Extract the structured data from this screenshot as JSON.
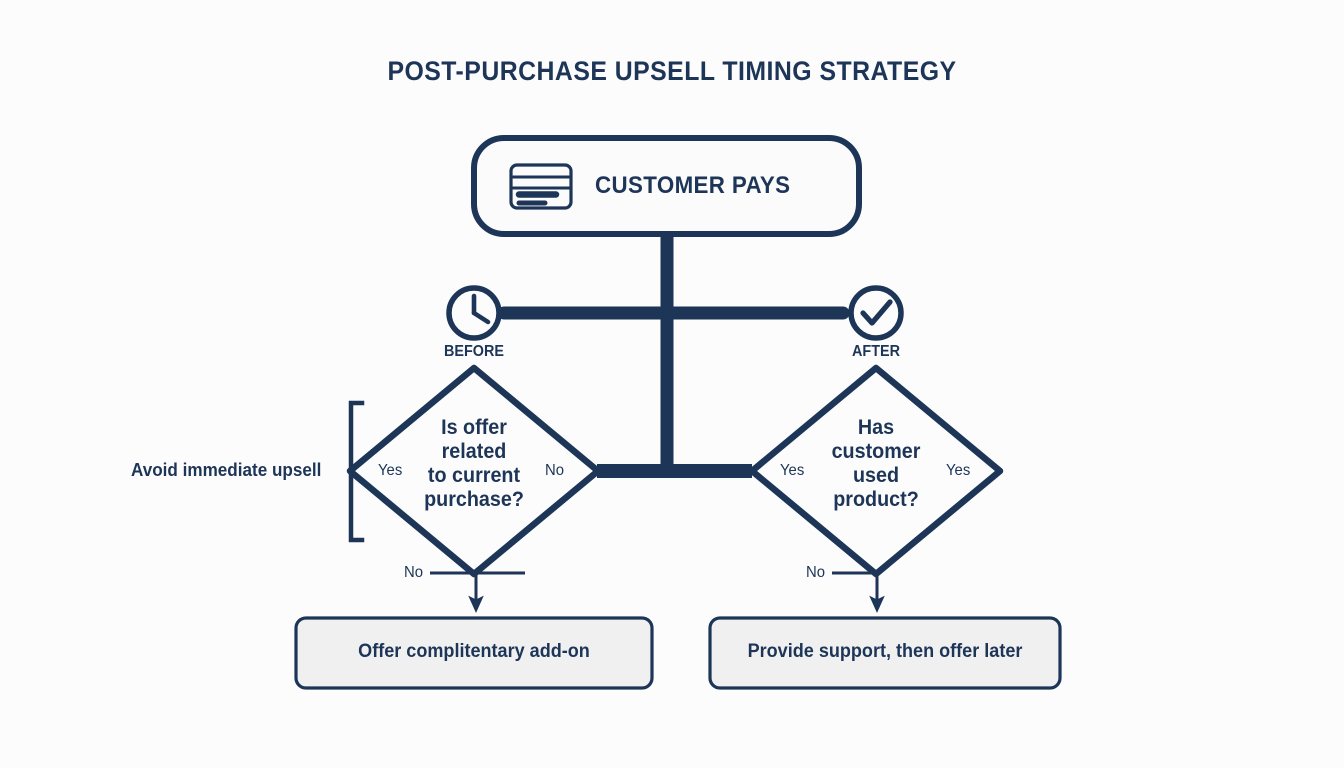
{
  "title": "POST-PURCHASE UPSELL TIMING STRATEGY",
  "colors": {
    "ink": "#1d3557",
    "background": "#fcfcfd",
    "box_fill": "#f0f0f1",
    "start_fill": "#fbfbfc"
  },
  "start_node": {
    "label": "CUSTOMER PAYS",
    "icon": "credit-card-icon"
  },
  "phases": [
    {
      "key": "before",
      "label": "BEFORE",
      "icon": "clock-icon"
    },
    {
      "key": "after",
      "label": "AFTER",
      "icon": "check-circle-icon"
    }
  ],
  "decisions": [
    {
      "key": "left",
      "question": "Is offer\nrelated\nto current\npurchase?",
      "question_lines": [
        "Is offer",
        "related",
        "to current",
        "purchase?"
      ],
      "left_branch": "Yes",
      "right_branch": "No",
      "bottom_branch": "No"
    },
    {
      "key": "right",
      "question": "Has\ncustomer\nused\nproduct?",
      "question_lines": [
        "Has",
        "customer",
        "used",
        "product?"
      ],
      "left_branch": "Yes",
      "right_branch": "Yes",
      "bottom_branch": "No"
    }
  ],
  "annotation": {
    "text": "Avoid immediate upsell",
    "bracket": "left-brace-bracket"
  },
  "outcomes": [
    {
      "key": "left",
      "label": "Offer complitentary add-on"
    },
    {
      "key": "right",
      "label": "Provide support, then offer later"
    }
  ],
  "chart_data": {
    "type": "flowchart",
    "title": "POST-PURCHASE UPSELL TIMING STRATEGY",
    "nodes": [
      {
        "id": "start",
        "type": "rounded-rect",
        "label": "CUSTOMER PAYS",
        "icon": "credit-card-icon"
      },
      {
        "id": "before",
        "type": "icon-label",
        "label": "BEFORE",
        "icon": "clock-icon"
      },
      {
        "id": "after",
        "type": "icon-label",
        "label": "AFTER",
        "icon": "check-circle-icon"
      },
      {
        "id": "dec_left",
        "type": "diamond",
        "label": "Is offer related to current purchase?"
      },
      {
        "id": "dec_right",
        "type": "diamond",
        "label": "Has customer used product?"
      },
      {
        "id": "out_left",
        "type": "rounded-rect",
        "label": "Offer complitentary add-on"
      },
      {
        "id": "out_right",
        "type": "rounded-rect",
        "label": "Provide support, then offer later"
      }
    ],
    "edges": [
      {
        "from": "start",
        "to": "before",
        "label": ""
      },
      {
        "from": "start",
        "to": "after",
        "label": ""
      },
      {
        "from": "dec_left",
        "to": "out_left",
        "label": "No"
      },
      {
        "from": "dec_right",
        "to": "out_right",
        "label": "No"
      },
      {
        "from": "dec_left",
        "to": "",
        "label": "Yes"
      },
      {
        "from": "dec_left",
        "to": "",
        "label": "No"
      },
      {
        "from": "dec_right",
        "to": "",
        "label": "Yes"
      },
      {
        "from": "dec_right",
        "to": "",
        "label": "Yes"
      }
    ],
    "annotations": [
      "Avoid immediate upsell"
    ]
  }
}
